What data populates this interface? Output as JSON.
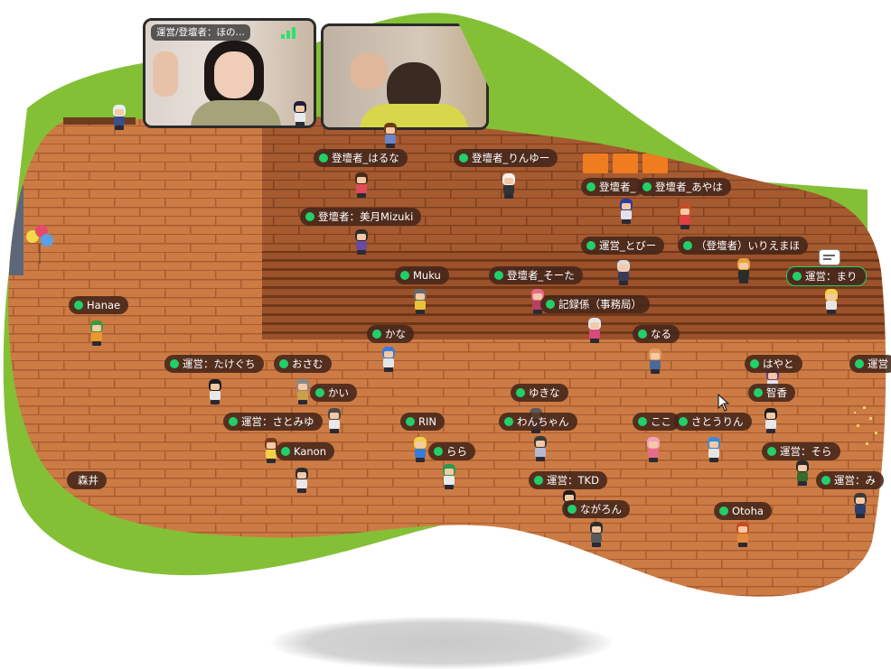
{
  "video_tiles": [
    {
      "label": "運営/登壇者：ほの…"
    },
    {
      "label": ""
    }
  ],
  "name_tags": [
    {
      "text": "登壇者_はるな"
    },
    {
      "text": "登壇者_りんゆー"
    },
    {
      "text": "登壇者_"
    },
    {
      "text": "登壇者_あやは"
    },
    {
      "text": "登壇者：美月Mizuki"
    },
    {
      "text": "運営_とびー"
    },
    {
      "text": "（登壇者）いりえまほ"
    },
    {
      "text": "Muku"
    },
    {
      "text": "登壇者_そーた"
    },
    {
      "text": "運営：まり"
    },
    {
      "text": "記録係（事務局）"
    },
    {
      "text": "Hanae"
    },
    {
      "text": "かな"
    },
    {
      "text": "なる"
    },
    {
      "text": "運営：たけぐち"
    },
    {
      "text": "おさむ"
    },
    {
      "text": "はやと"
    },
    {
      "text": "運営"
    },
    {
      "text": "かい"
    },
    {
      "text": "ゆきな"
    },
    {
      "text": "智香"
    },
    {
      "text": "運営：さとみゆ"
    },
    {
      "text": "RIN"
    },
    {
      "text": "わんちゃん"
    },
    {
      "text": "ここ"
    },
    {
      "text": "さとうりん"
    },
    {
      "text": "Kanon"
    },
    {
      "text": "らら"
    },
    {
      "text": "運営：そら"
    },
    {
      "text": "森井"
    },
    {
      "text": "運営：TKD"
    },
    {
      "text": "運営：み"
    },
    {
      "text": "ながろん"
    },
    {
      "text": "Otoha"
    }
  ],
  "colors": {
    "green_blob": "#84c036",
    "floor_light": "#cd7b45",
    "floor_dark": "#a65a30",
    "tag_bg": "#44261a",
    "status_dot": "#21d06a"
  }
}
